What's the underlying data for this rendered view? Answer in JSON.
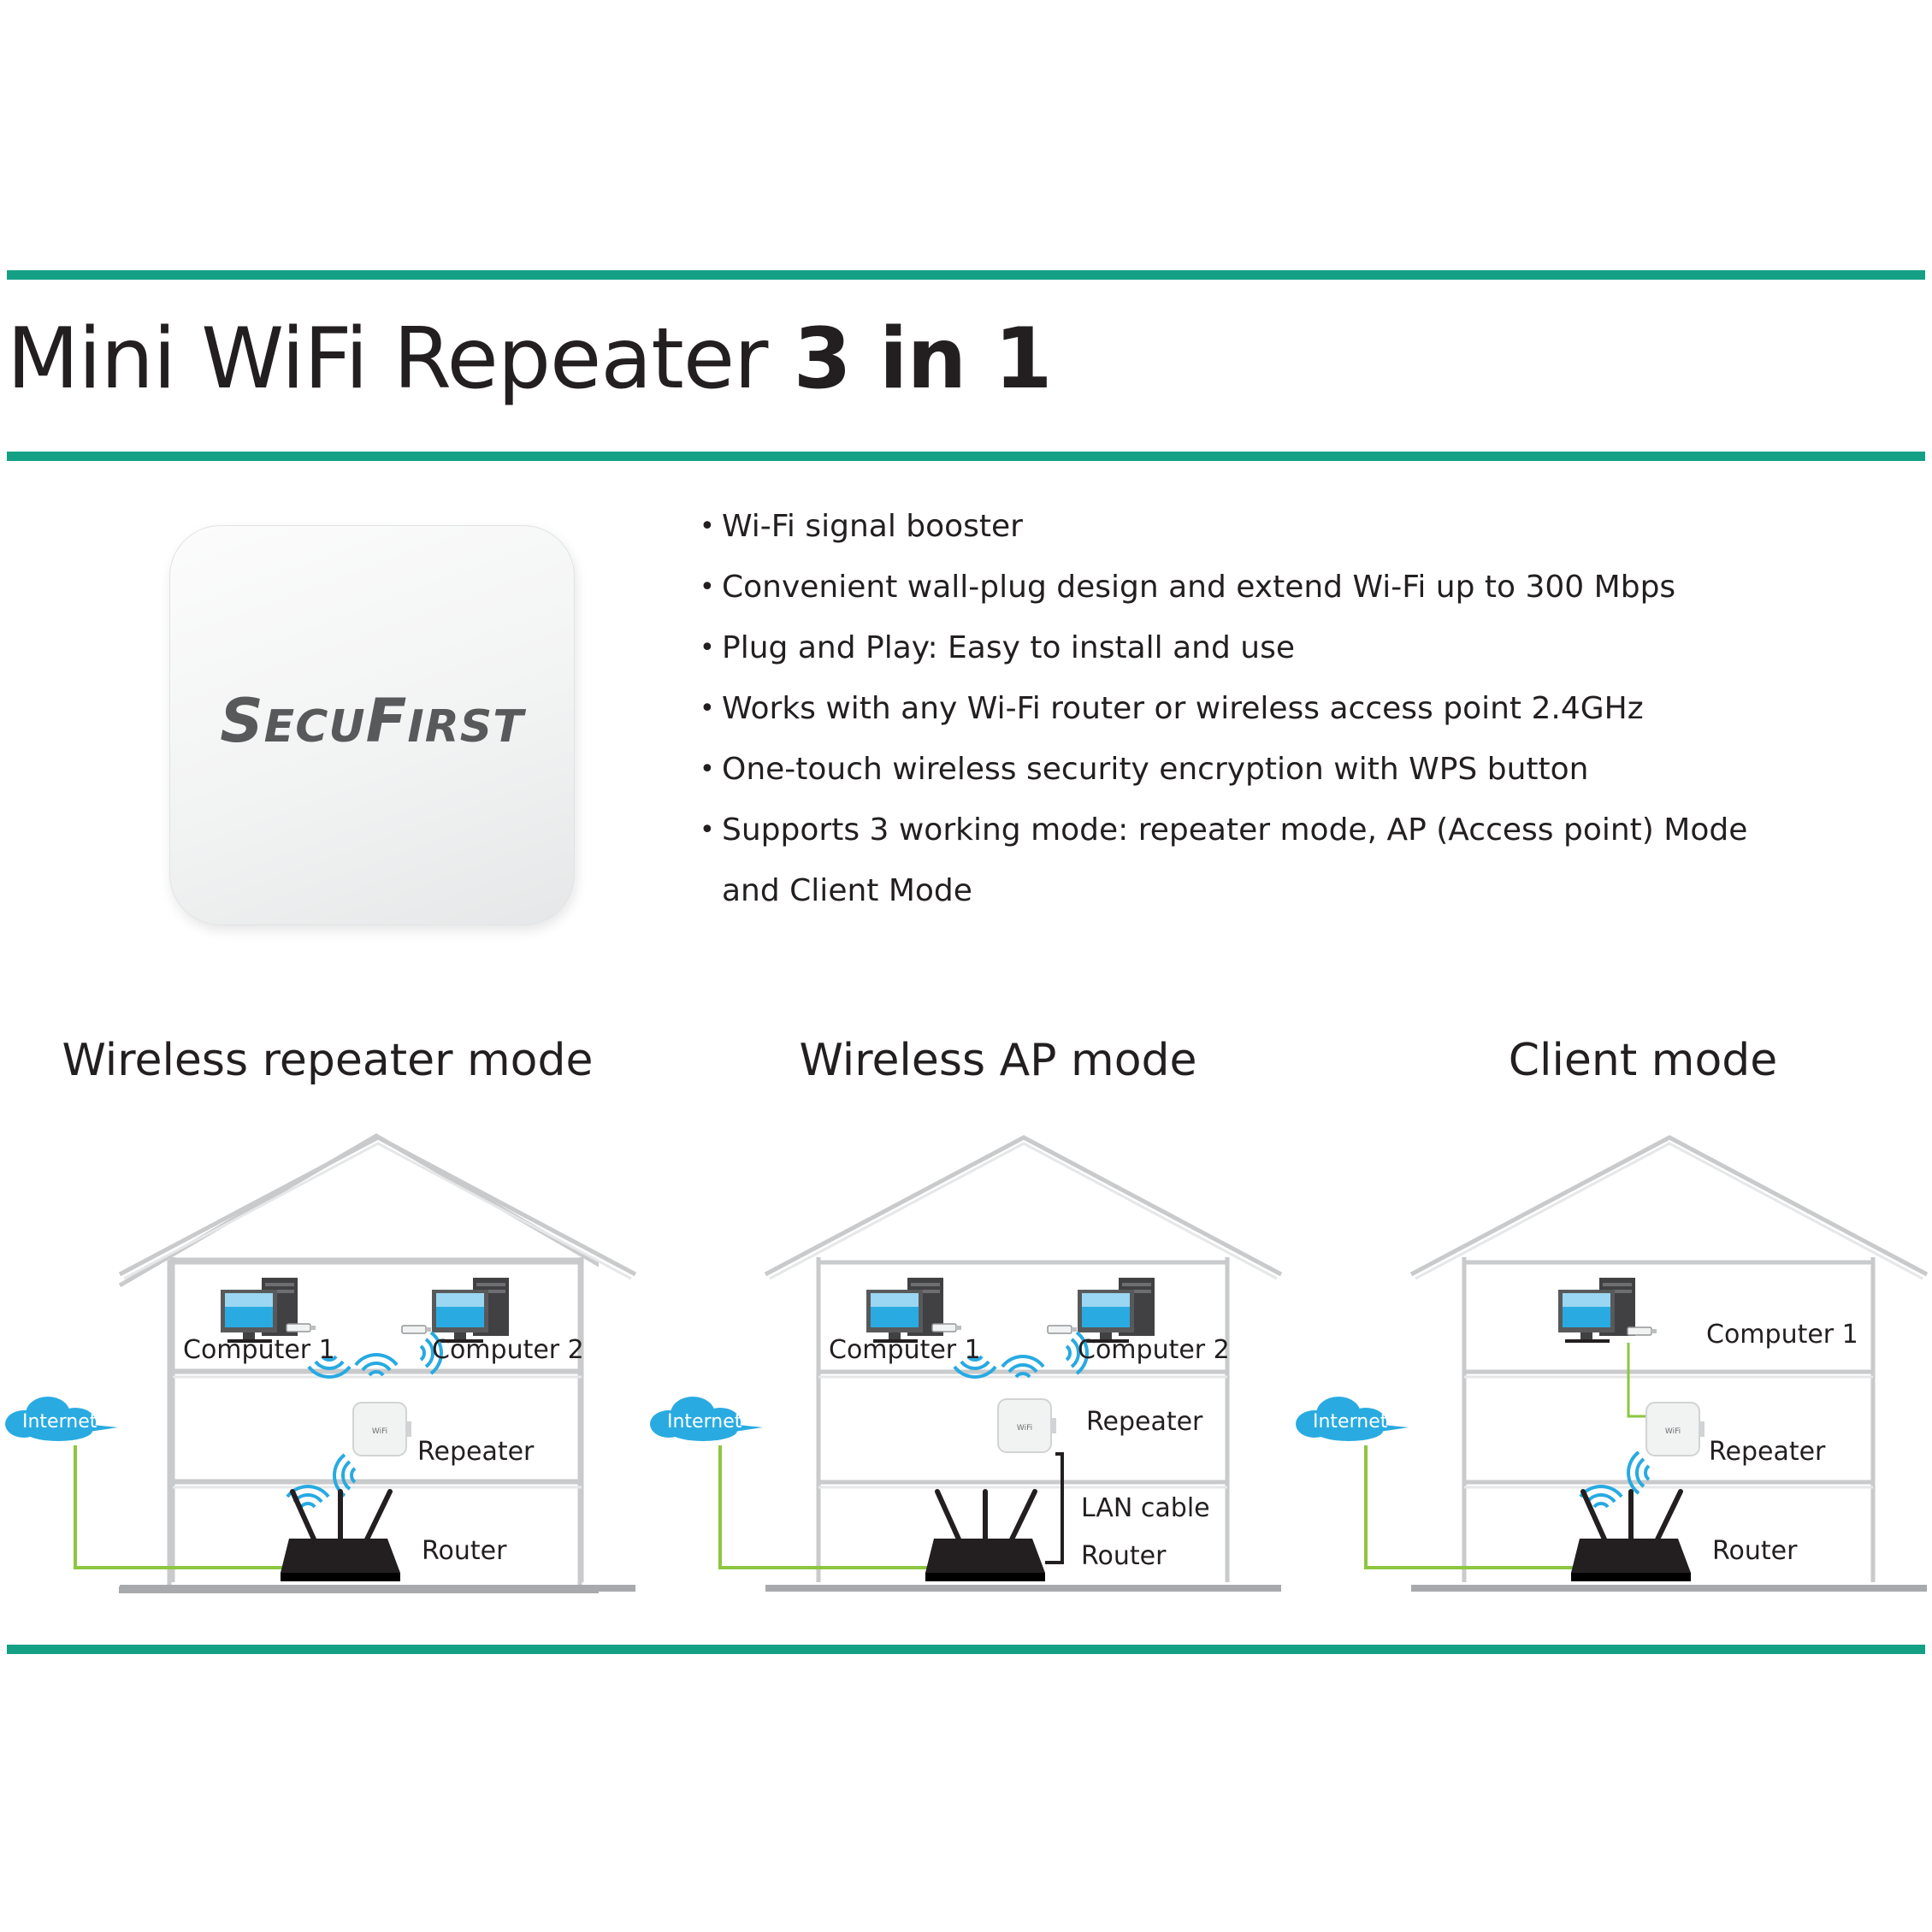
{
  "header": {
    "title_regular": "Mini WiFi Repeater ",
    "title_bold": "3 in 1"
  },
  "product": {
    "logo_text": "SecuFirst"
  },
  "features": [
    "Wi-Fi signal booster",
    "Convenient wall-plug design and extend Wi-Fi up to 300 Mbps",
    "Plug and Play: Easy to install and use",
    "Works with any Wi-Fi router or wireless access point 2.4GHz",
    "One-touch wireless security encryption with WPS button",
    "Supports 3 working mode: repeater mode, AP (Access point) Mode",
    "and Client Mode"
  ],
  "modes": {
    "repeater": {
      "title": "Wireless repeater mode",
      "internet": "Internet",
      "computer1": "Computer 1",
      "computer2": "Computer 2",
      "repeater": "Repeater",
      "router": "Router"
    },
    "ap": {
      "title": "Wireless AP mode",
      "internet": "Internet",
      "computer1": "Computer 1",
      "computer2": "Computer 2",
      "repeater": "Repeater",
      "lan": "LAN cable",
      "router": "Router"
    },
    "client": {
      "title": "Client mode",
      "internet": "Internet",
      "computer1": "Computer 1",
      "repeater": "Repeater",
      "router": "Router"
    }
  },
  "colors": {
    "accent_rule": "#14a085",
    "house_outline": "#c9cacb",
    "cable": "#8dc63f",
    "wifi_waves": "#27aae1",
    "cloud": "#29abe2"
  }
}
